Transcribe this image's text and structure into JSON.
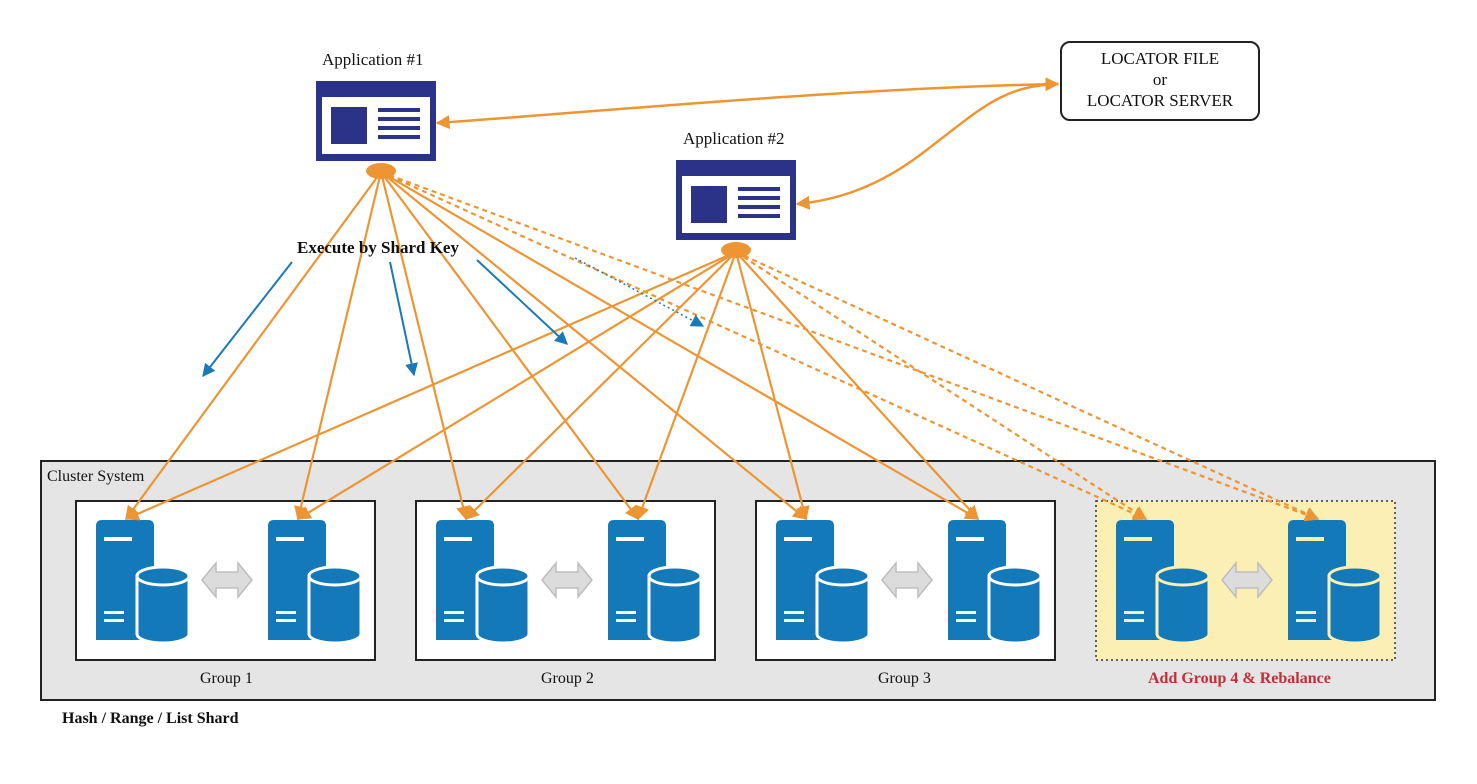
{
  "apps": [
    {
      "title": "Application #1"
    },
    {
      "title": "Application #2"
    }
  ],
  "locator": {
    "line1": "LOCATOR FILE",
    "line2": "or",
    "line3": "LOCATOR SERVER"
  },
  "annotation": "Execute by Shard Key",
  "cluster": {
    "title": "Cluster System"
  },
  "groups": [
    {
      "label": "Group 1"
    },
    {
      "label": "Group 2"
    },
    {
      "label": "Group 3"
    },
    {
      "label": "Add Group 4 & Rebalance"
    }
  ],
  "footer": "Hash / Range / List Shard",
  "colors": {
    "app_navy": "#2a3388",
    "server_blue": "#1479b8",
    "arrow_orange": "#ee9533",
    "annotation_blue": "#1a7ab8",
    "cluster_bg": "#e5e5e5",
    "group4_bg": "#fcefb4",
    "sync_arrow": "#dcdcdc",
    "highlight_red": "#c0303a"
  },
  "icons": [
    "application-window-icon",
    "server-database-icon",
    "bidirectional-sync-icon"
  ]
}
